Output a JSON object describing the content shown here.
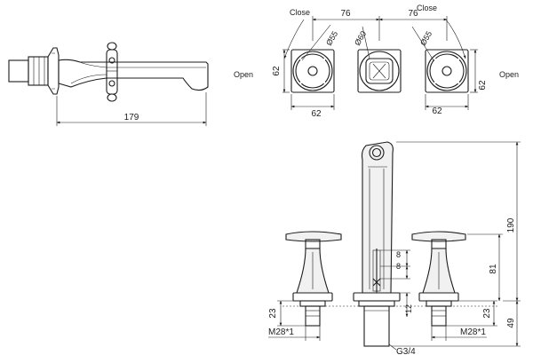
{
  "side_view": {
    "length_dim": "179"
  },
  "top_view": {
    "label_close_left": "Close",
    "label_close_right": "Close",
    "label_open_left": "Open",
    "label_open_right": "Open",
    "spacing_left": "76",
    "spacing_right": "76",
    "dia_left_handle": "Ø55",
    "dia_spout": "Ø60",
    "dia_right_handle": "Ø55",
    "plate_height_left": "62",
    "plate_height_right": "62",
    "plate_width_left": "62",
    "plate_width_right": "62"
  },
  "front_view": {
    "total_height": "190",
    "handle_height": "81",
    "below_deck": "49",
    "shank_left": "23",
    "shank_right": "23",
    "offset_top": "8",
    "offset_mid": "8",
    "offset_bottom": "12",
    "thread_left": "M28*1",
    "thread_right": "M28*1",
    "thread_spout": "G3/4"
  }
}
